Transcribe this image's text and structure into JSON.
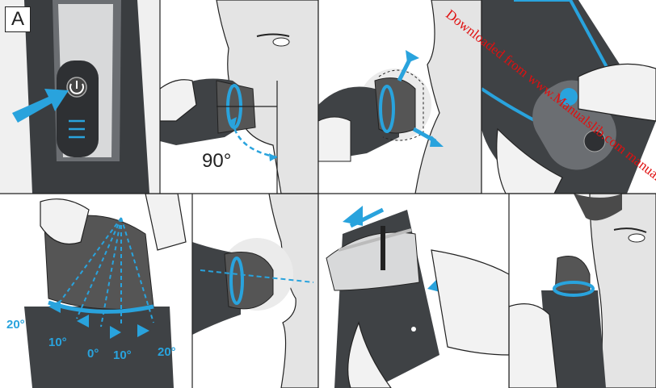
{
  "section_label": "A",
  "angle_label": "90°",
  "tilt_angles": [
    "20°",
    "10°",
    "0°",
    "10°",
    "20°"
  ],
  "watermark": "Downloaded from www.Manualslib.com manuals search engine",
  "colors": {
    "accent": "#29a3dd",
    "skin": "#e6e6e6",
    "device": "#3f4245",
    "line": "#222222"
  }
}
